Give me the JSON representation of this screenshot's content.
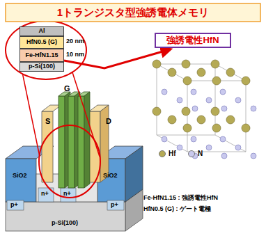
{
  "diagram": {
    "title": "1トランジスタ型強誘電体メモリ",
    "nodes": [
      {
        "text": [
          "Al"
        ]
      },
      {
        "text": [
          "HfN0.5 (G)"
        ]
      },
      {
        "text": [
          "Fe-HfN1.15"
        ]
      },
      {
        "text": [
          "p-Si(100)"
        ]
      },
      {
        "text": [
          "強誘電性HfN"
        ]
      }
    ],
    "edges": [
      {
        "from": 2,
        "to": 4,
        "arrow": "to"
      }
    ],
    "labels": [
      "20 nm",
      "10 nm",
      "G",
      "S",
      "D",
      "SiO2",
      "SiO2",
      "p+",
      "p+",
      "n+",
      "n+",
      "p-Si(100)",
      "Fe-HfN1.15 : 強誘電性HfN",
      "HfN0.5 (G) : ゲート電極"
    ],
    "legend": [
      {
        "text": "Hf",
        "color": "#b5aa55"
      },
      {
        "text": "N",
        "color": "#c9c9ee"
      }
    ]
  }
}
